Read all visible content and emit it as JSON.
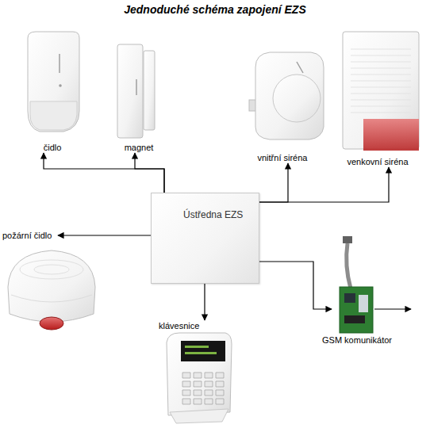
{
  "diagram": {
    "title": "Jednoduché schéma zapojení EZS",
    "nodes": [
      {
        "text": [
          "čidlo"
        ]
      },
      {
        "text": [
          "magnet"
        ]
      },
      {
        "text": [
          "vnitřní siréna"
        ]
      },
      {
        "text": [
          "venkovní siréna"
        ]
      },
      {
        "text": [
          "Ústředna EZS"
        ]
      },
      {
        "text": [
          "požární čidlo"
        ]
      },
      {
        "text": [
          "klávesnice"
        ]
      },
      {
        "text": [
          "GSM komunikátor"
        ]
      }
    ],
    "edges": [
      {
        "from": 4,
        "to": 0,
        "arrow": "to"
      },
      {
        "from": 4,
        "to": 1,
        "arrow": "to"
      },
      {
        "from": 4,
        "to": 2,
        "arrow": "to"
      },
      {
        "from": 4,
        "to": 3,
        "arrow": "to"
      },
      {
        "from": 4,
        "to": 5,
        "arrow": "to"
      },
      {
        "from": 4,
        "to": 6,
        "arrow": "to"
      },
      {
        "from": 4,
        "to": 7,
        "arrow": "to"
      }
    ]
  }
}
